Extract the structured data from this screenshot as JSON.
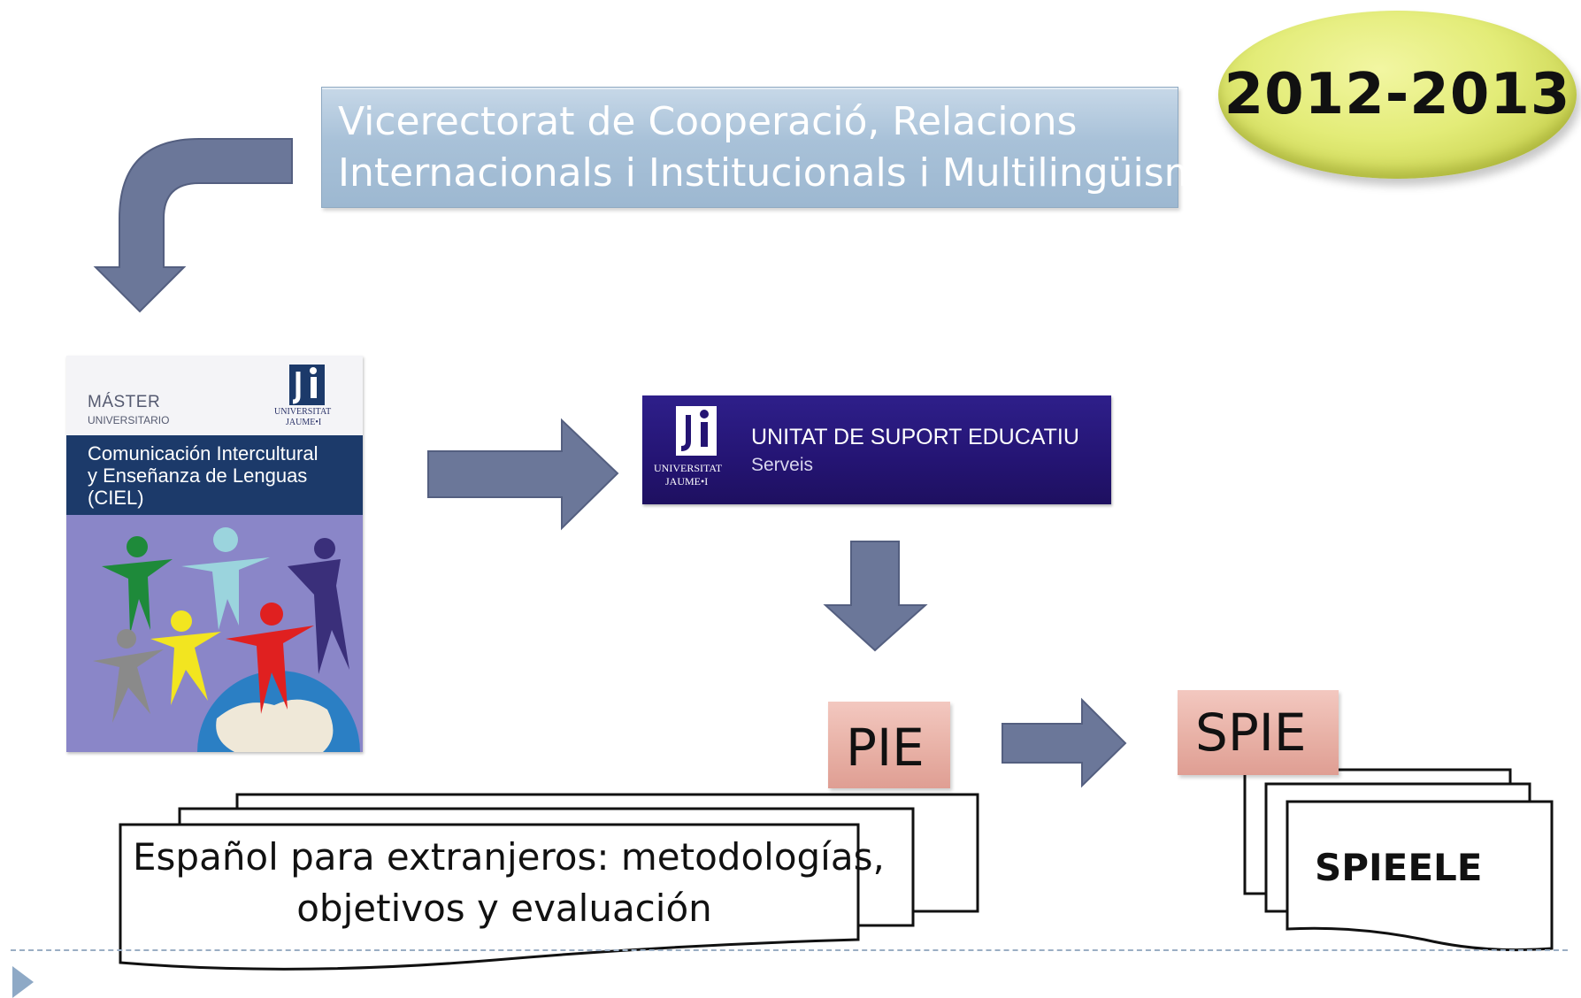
{
  "year": "2012-2013",
  "vicerectorat": {
    "line1": "Vicerectorat de Cooperació, Relacions",
    "line2": "Internacionals i Institucionals i Multilingüisme"
  },
  "book": {
    "master": "MÁSTER",
    "universitario": "UNIVERSITARIO",
    "logo_line1": "UNIVERSITAT",
    "logo_line2": "JAUME•I",
    "title_line1": "Comunicación Intercultural",
    "title_line2": "y Enseñanza de Lenguas",
    "title_line3": "(CIEL)"
  },
  "unitat": {
    "logo_line1": "UNIVERSITAT",
    "logo_line2": "JAUME•I",
    "title": "UNITAT DE SUPORT EDUCATIU",
    "subtitle": "Serveis"
  },
  "pie": "PIE",
  "spie": "SPIE",
  "documents": {
    "line1": "Español para extranjeros: metodologías,",
    "line2": "objetivos y evaluación"
  },
  "spieele": "SPIEELE",
  "colors": {
    "arrow_fill": "#6b7799",
    "vice_box": "#a8c1d8",
    "year_ellipse": "#e3ec78",
    "unitat_bg": "#241473",
    "pink_box": "#e8b1a6",
    "book_band": "#1c3a6a",
    "book_bg": "#8a86c8"
  }
}
